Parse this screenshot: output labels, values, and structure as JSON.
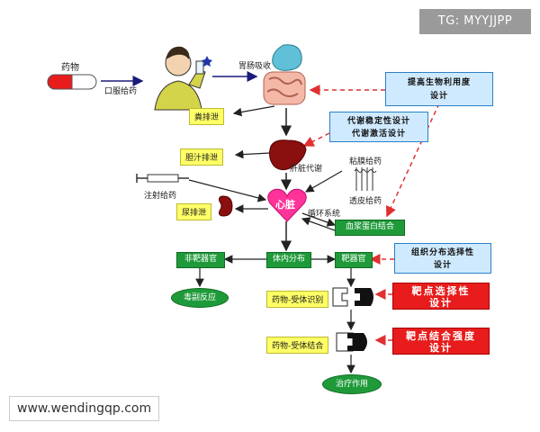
{
  "watermark_top": "TG: MYYJJPP",
  "watermark_bottom": "www.wendingqp.com",
  "labels": {
    "drug": "药物",
    "oral": "口服给药",
    "gi_absorption": "胃肠吸收",
    "fecal_excretion": "粪排泄",
    "bile_excretion": "胆汁排泄",
    "liver_metabolism": "肝脏代谢",
    "mucosal": "粘膜给药",
    "transdermal": "透皮给药",
    "injection": "注射给药",
    "urine_excretion": "尿排泄",
    "heart": "心脏",
    "circulation": "循环系统",
    "plasma_binding": "血浆蛋白结合",
    "non_target": "非靶器官",
    "distribution": "体内分布",
    "target": "靶器官",
    "side_effects": "毒副反应",
    "drug_receptor_recognition": "药物-受体识别",
    "drug_receptor_binding": "药物-受体结合",
    "therapeutic_effect": "治疗作用",
    "bioavailability_design": "提高生物利用度\n设计",
    "metabolic_design": "代谢稳定性设计\n代谢激活设计",
    "tissue_selectivity_design": "组织分布选择性\n设计",
    "target_selectivity_design": "靶点选择性\n设计",
    "binding_strength_design": "靶点结合强度\n设计"
  },
  "colors": {
    "green": "#1f9a3a",
    "yellow": "#ffff66",
    "blue_box": "#cfeaff",
    "red_box": "#e81c1c",
    "dashed_arrow": "#e03030",
    "heart": "#ff3399"
  }
}
